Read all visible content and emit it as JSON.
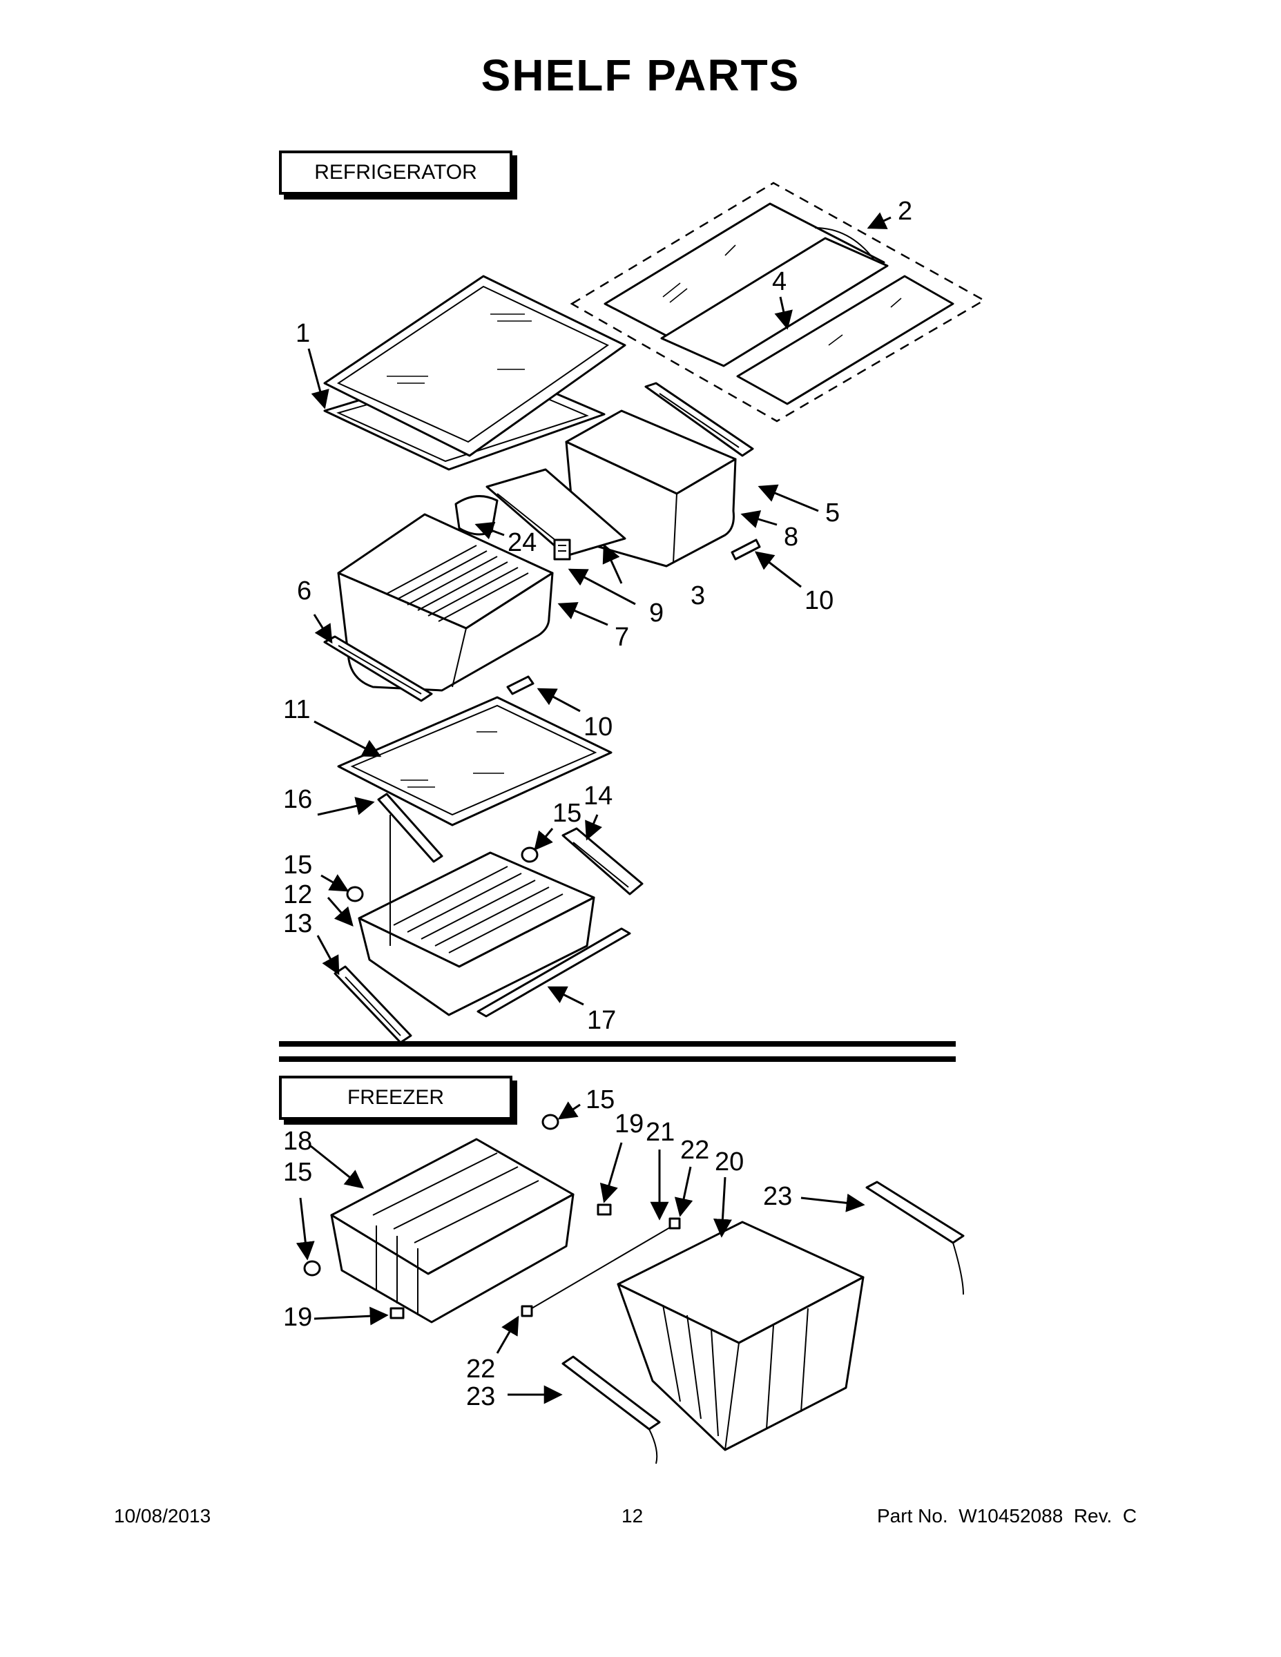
{
  "title": "SHELF PARTS",
  "sections": {
    "refrigerator": "REFRIGERATOR",
    "freezer": "FREEZER"
  },
  "callouts": {
    "c1": "1",
    "c2": "2",
    "c3": "3",
    "c4": "4",
    "c5": "5",
    "c6": "6",
    "c7": "7",
    "c8": "8",
    "c9": "9",
    "c10a": "10",
    "c10b": "10",
    "c11": "11",
    "c12": "12",
    "c13": "13",
    "c14": "14",
    "c15a": "15",
    "c15b": "15",
    "c15c": "15",
    "c15d": "15",
    "c16": "16",
    "c17": "17",
    "c18": "18",
    "c19a": "19",
    "c19b": "19",
    "c20": "20",
    "c21": "21",
    "c22a": "22",
    "c22b": "22",
    "c23a": "23",
    "c23b": "23",
    "c24": "24"
  },
  "footer": {
    "date": "10/08/2013",
    "page": "12",
    "part_no": "Part No.  W10452088  Rev.  C"
  }
}
